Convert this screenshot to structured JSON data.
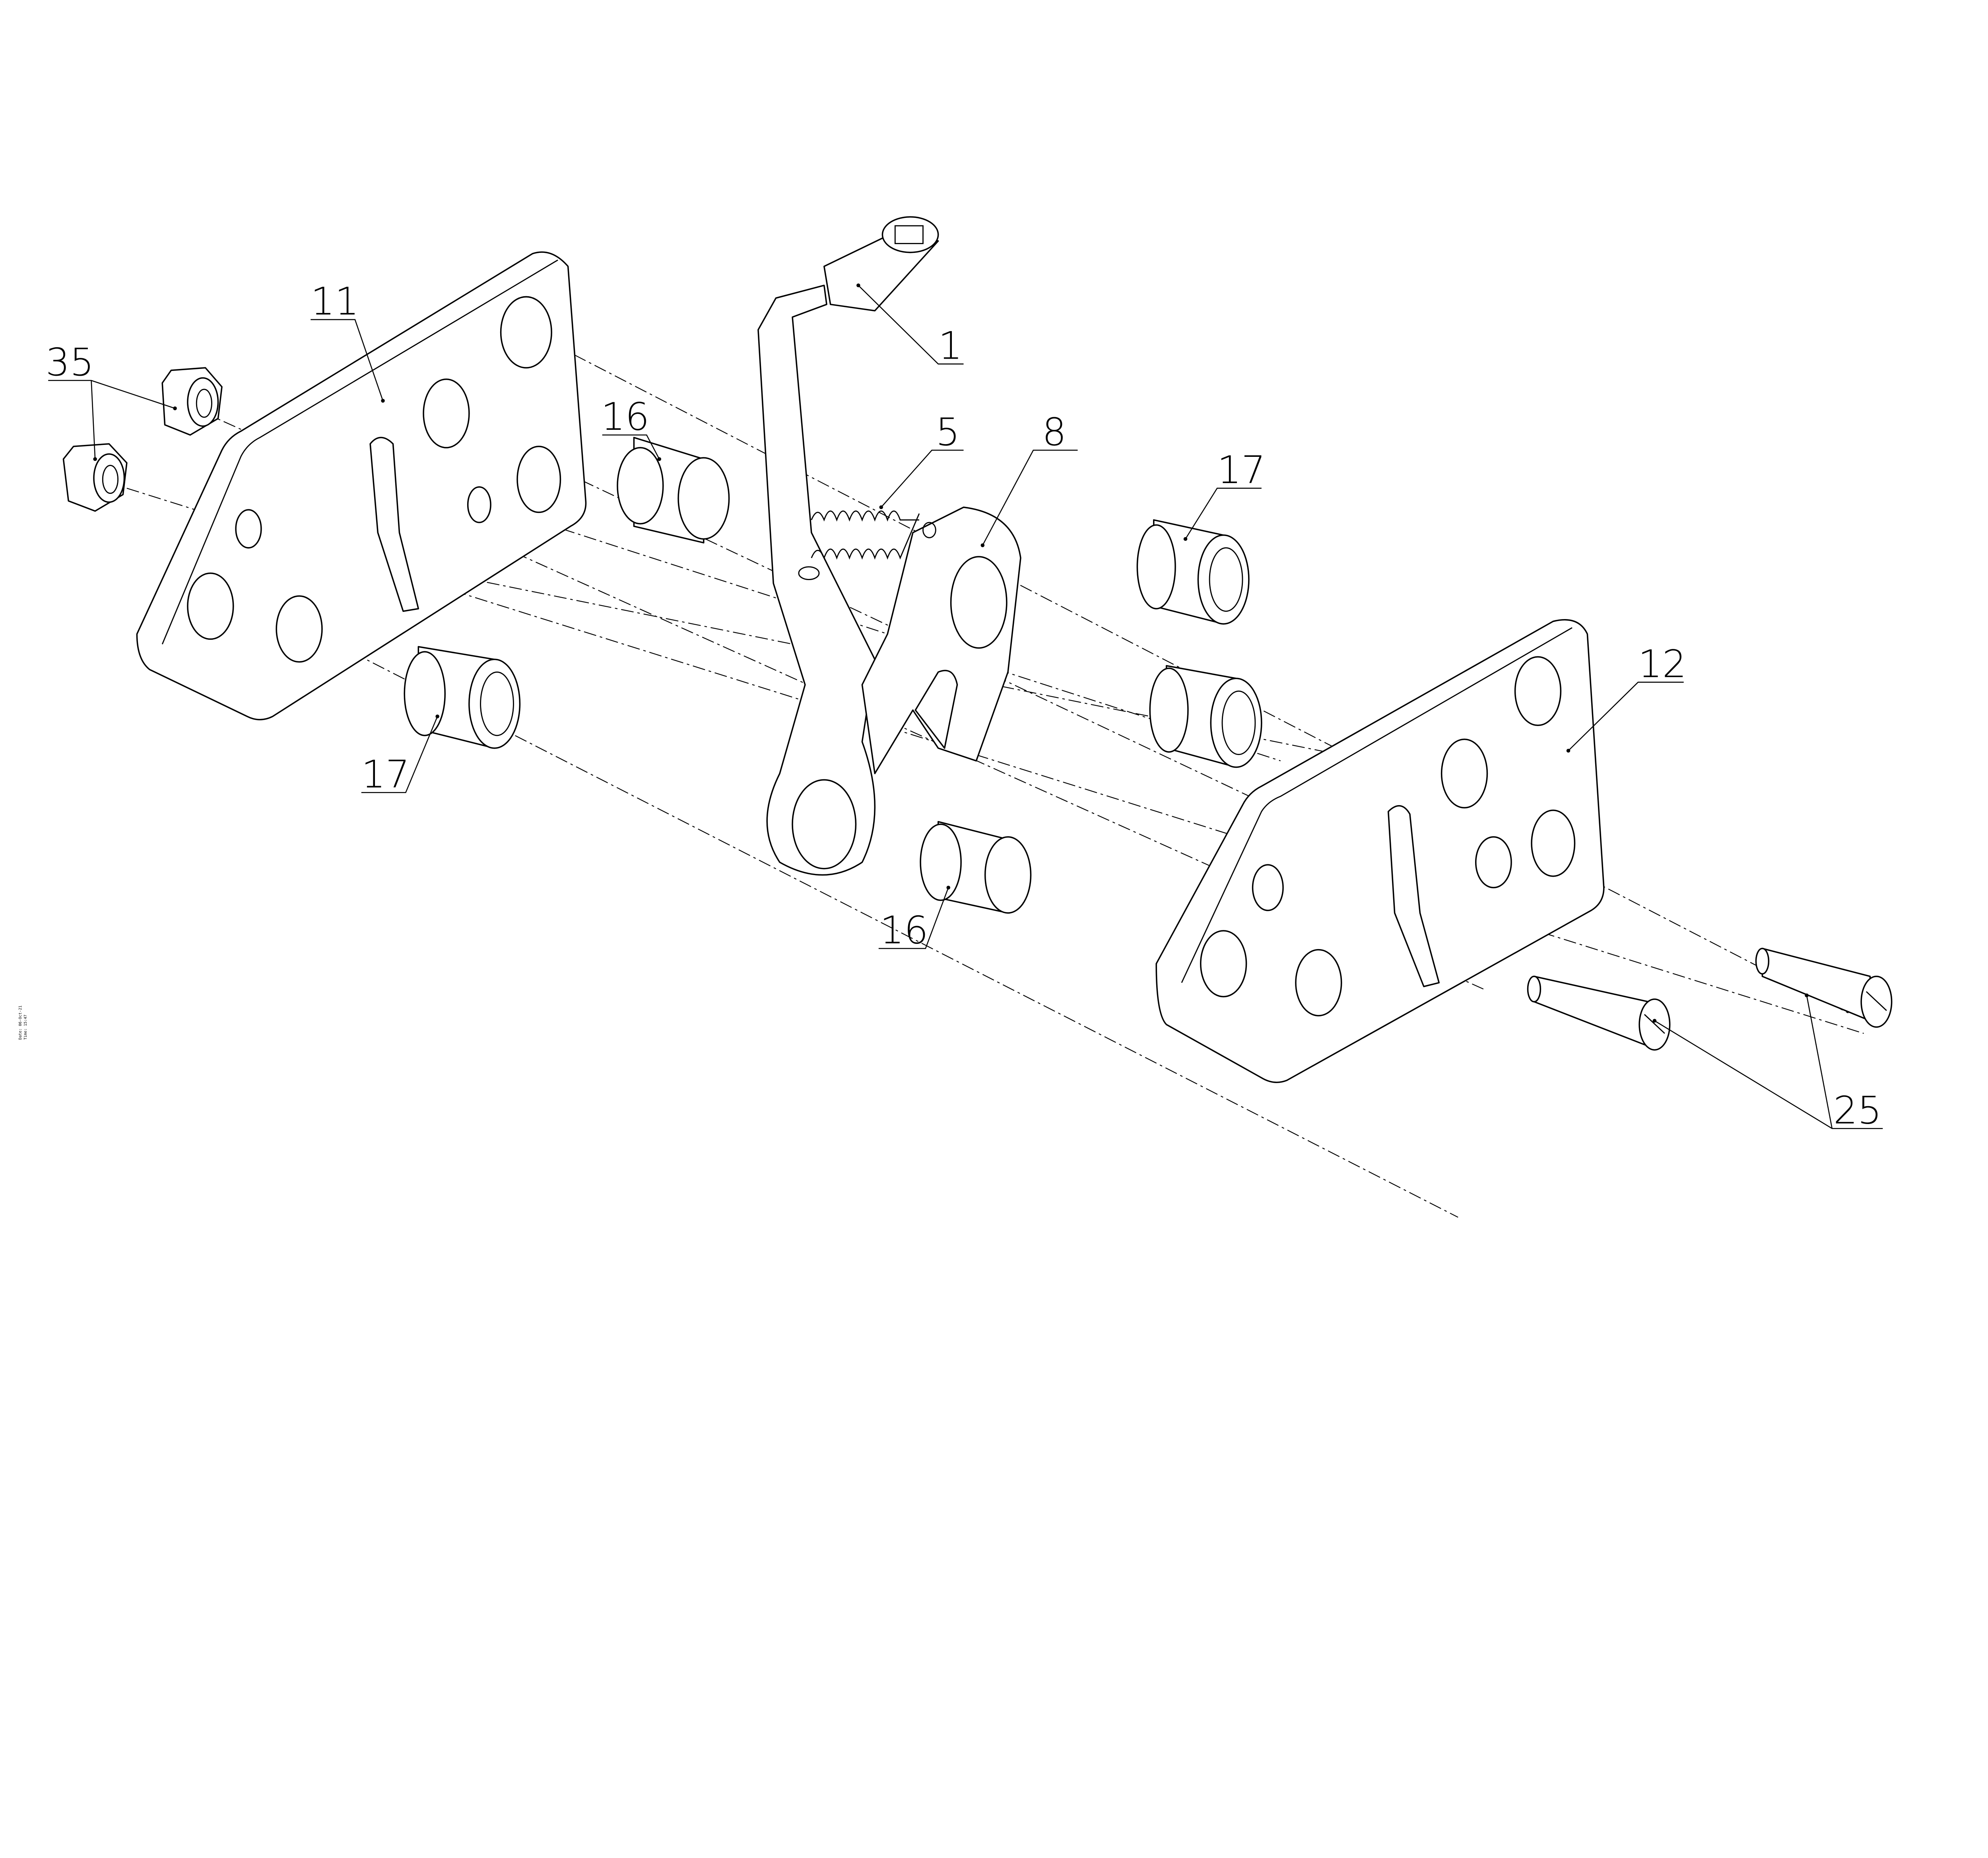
{
  "stamp": {
    "date": "Date: 06-Oct-21",
    "time": "Time: 15:47"
  },
  "callouts": {
    "nut": "35",
    "plate_left": "11",
    "bushing_top": "16",
    "lever": "1",
    "spring": "5",
    "latch": "8",
    "bushing_right": "17",
    "bushing_left": "17",
    "plate_right": "12",
    "bushing_bottom": "16",
    "screw": "25"
  }
}
